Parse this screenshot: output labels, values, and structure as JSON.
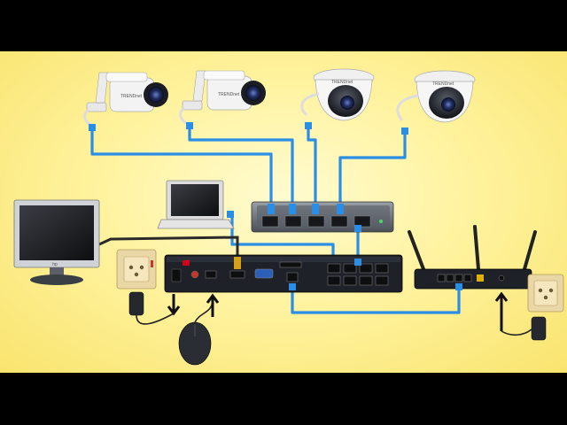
{
  "diagram": {
    "colors": {
      "background_top": "#fffbd0",
      "background_edge": "#f9e46e",
      "ethernet_cable": "#2b8ee6",
      "device_dark": "#1e2127",
      "camera_white": "#f2f2f2",
      "camera_lens": "#2c3e7a"
    },
    "devices": [
      {
        "id": "bullet-camera-1",
        "icon": "bullet-camera-icon",
        "brand": "TRENDnet"
      },
      {
        "id": "bullet-camera-2",
        "icon": "bullet-camera-icon",
        "brand": "TRENDnet"
      },
      {
        "id": "dome-camera-1",
        "icon": "dome-camera-icon",
        "brand": "TRENDnet"
      },
      {
        "id": "dome-camera-2",
        "icon": "dome-camera-icon",
        "brand": "TRENDnet"
      },
      {
        "id": "poe-switch",
        "icon": "network-switch-icon"
      },
      {
        "id": "laptop",
        "icon": "laptop-icon"
      },
      {
        "id": "monitor",
        "icon": "monitor-icon",
        "brand": "hp"
      },
      {
        "id": "nvr",
        "icon": "nvr-recorder-icon"
      },
      {
        "id": "wifi-router",
        "icon": "router-icon"
      },
      {
        "id": "mouse",
        "icon": "mouse-icon"
      },
      {
        "id": "power-adapter-nvr",
        "icon": "power-adapter-icon"
      },
      {
        "id": "power-adapter-router",
        "icon": "power-adapter-icon"
      },
      {
        "id": "wall-socket-left",
        "icon": "wall-socket-icon"
      },
      {
        "id": "wall-socket-right",
        "icon": "wall-socket-icon"
      }
    ],
    "connections": [
      {
        "from": "bullet-camera-1",
        "to": "poe-switch",
        "type": "ethernet"
      },
      {
        "from": "bullet-camera-2",
        "to": "poe-switch",
        "type": "ethernet"
      },
      {
        "from": "dome-camera-1",
        "to": "poe-switch",
        "type": "ethernet"
      },
      {
        "from": "dome-camera-2",
        "to": "poe-switch",
        "type": "ethernet"
      },
      {
        "from": "laptop",
        "to": "poe-switch",
        "type": "ethernet"
      },
      {
        "from": "poe-switch",
        "to": "nvr",
        "type": "ethernet"
      },
      {
        "from": "monitor",
        "to": "nvr",
        "type": "hdmi"
      },
      {
        "from": "nvr",
        "to": "wifi-router",
        "type": "ethernet"
      },
      {
        "from": "mouse",
        "to": "nvr",
        "type": "usb"
      },
      {
        "from": "power-adapter-nvr",
        "to": "nvr",
        "type": "power"
      },
      {
        "from": "power-adapter-router",
        "to": "wifi-router",
        "type": "power"
      }
    ]
  }
}
